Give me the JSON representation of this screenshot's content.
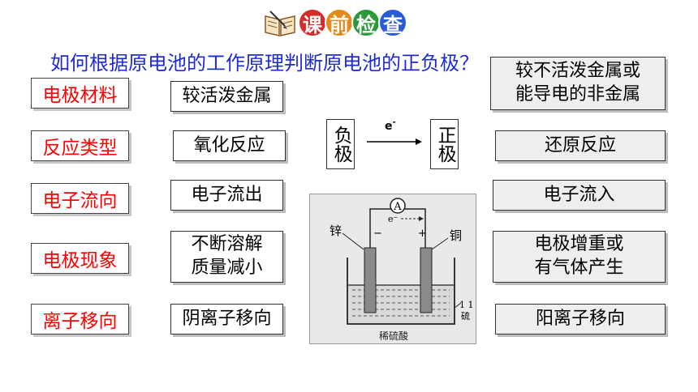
{
  "header": {
    "title_chars": [
      "课",
      "前",
      "检",
      "查"
    ],
    "title_colors": [
      "#d62b2b",
      "#e48a1c",
      "#2b9b3a",
      "#2a5bd6"
    ]
  },
  "question": "如何根据原电池的工作原理判断原电池的正负极？",
  "rows": [
    {
      "label": "电极材料",
      "negative": "较活泼金属",
      "positive": "较不活泼金属或能导电的非金属"
    },
    {
      "label": "反应类型",
      "negative": "氧化反应",
      "positive": "还原反应"
    },
    {
      "label": "电子流向",
      "negative": "电子流出",
      "positive": "电子流入"
    },
    {
      "label": "电极现象",
      "negative": "不断溶解质量减小",
      "positive": "电极增重或有气体产生"
    },
    {
      "label": "离子移向",
      "negative": "阴离子移向",
      "positive": "阳离子移向"
    }
  ],
  "positive_lines": {
    "material_1": "较不活泼金属或",
    "material_2": "能导电的非金属",
    "phenomenon_1": "电极增重或",
    "phenomenon_2": "有气体产生"
  },
  "negative_lines": {
    "phenomenon_1": "不断溶解",
    "phenomenon_2": "质量减小"
  },
  "diagram": {
    "negative_pole": "负极",
    "positive_pole": "正极",
    "electron": "e",
    "electron_sup": "-"
  },
  "figure": {
    "ammeter": "A",
    "electron_flow": "e⁻",
    "zinc": "锌",
    "copper": "铜",
    "minus": "−",
    "plus": "+",
    "side_text_1": "1 1",
    "side_text_2": "硫",
    "caption": "稀硫酸"
  }
}
